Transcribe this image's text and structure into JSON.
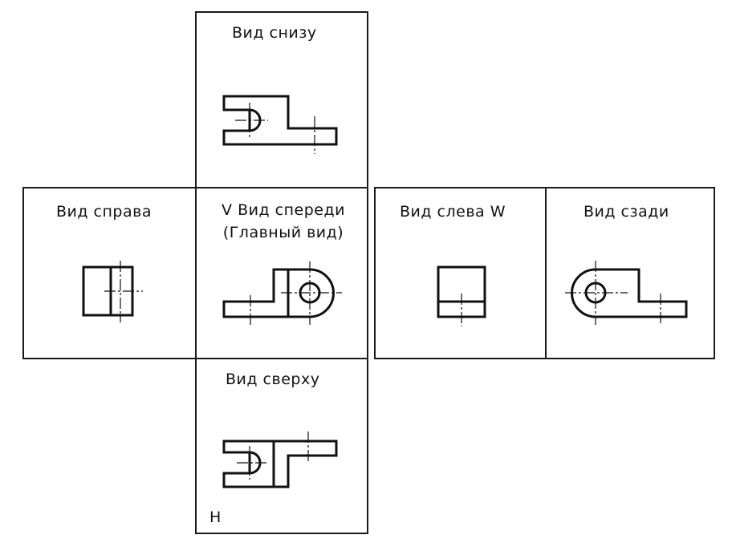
{
  "views": {
    "bottom": {
      "label": "Вид снизу"
    },
    "right": {
      "label": "Вид справа"
    },
    "front": {
      "label_line1": "V Вид спереди",
      "label_line2": "(Главный вид)"
    },
    "left": {
      "label": "Вид слева W"
    },
    "rear": {
      "label": "Вид сзади"
    },
    "top": {
      "label": "Вид сверху",
      "plane_label": "H"
    }
  },
  "colors": {
    "line": "#111111",
    "background": "#ffffff"
  }
}
